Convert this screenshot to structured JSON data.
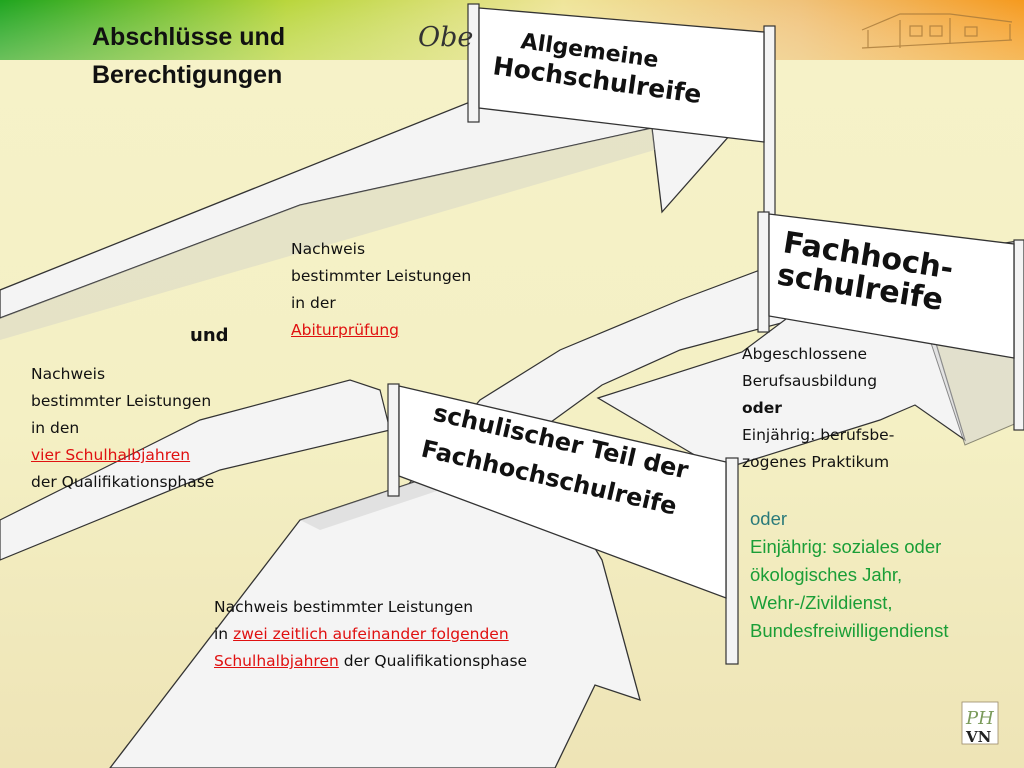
{
  "header": {
    "title_line1": "Abschlüsse und",
    "title_line2": "Berechtigungen",
    "school_word": "Obe"
  },
  "signs": {
    "allgemeine_line1": "Allgemeine",
    "allgemeine_line2": "Hochschulreife",
    "fachhoch_line1": "Fachhoch-",
    "fachhoch_line2": "schulreife",
    "schulisch_line1": "schulischer Teil der",
    "schulisch_line2": "Fachhochschulreife"
  },
  "blocks": {
    "abitur": {
      "line1": "Nachweis",
      "line2": "bestimmter Leistungen",
      "line3": "in der",
      "link": "Abiturprüfung"
    },
    "und": "und",
    "halbjahre": {
      "line1": "Nachweis",
      "line2": "bestimmter Leistungen",
      "line3": "in den",
      "link": "vier Schulhalbjahren",
      "line5": "der Qualifikationsphase"
    },
    "zwei": {
      "line1": "Nachweis bestimmter Leistungen",
      "pre": "in ",
      "link1": "zwei zeitlich aufeinander folgenden",
      "link2": "Schulhalbjahren",
      "post": " der Qualifikationsphase"
    },
    "ausbildung": {
      "line1": "Abgeschlossene",
      "line2": "Berufsausbildung",
      "oder": "oder",
      "line4": "Einjährig: berufsbe-",
      "line5": "zogenes Praktikum"
    },
    "green": {
      "oder": "oder",
      "line2": "Einjährig: soziales oder",
      "line3": "ökologisches Jahr,",
      "line4": "Wehr-/Zivildienst,",
      "line5": "Bundesfreiwilligendienst"
    }
  },
  "logo": {
    "letters_top": "PH",
    "letters_bottom": "VN"
  },
  "colors": {
    "header_green": "#1fa51f",
    "header_orange": "#f59a1e",
    "link_red": "#e01010",
    "green_text": "#1a9e37",
    "road": "#f4f4f4"
  }
}
